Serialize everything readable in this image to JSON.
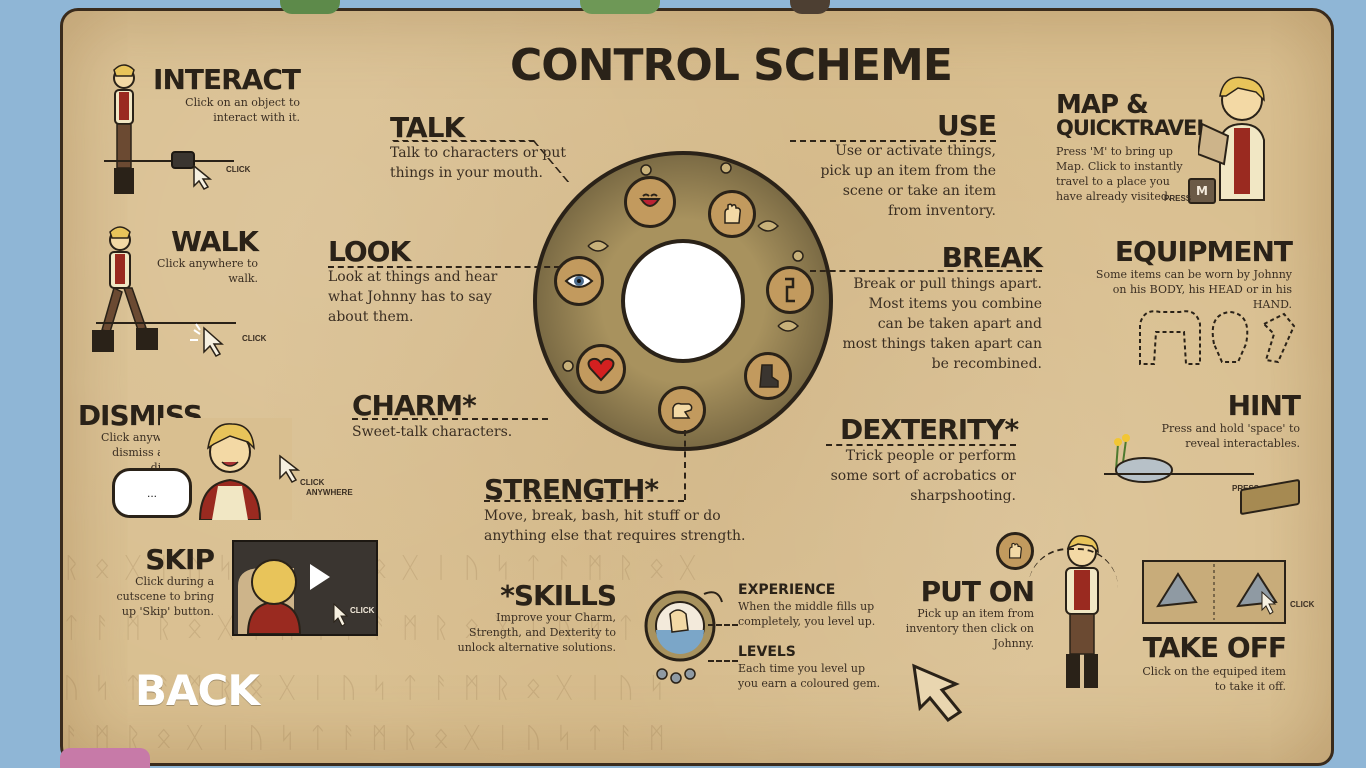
{
  "title": "CONTROL SCHEME",
  "back": "BACK",
  "interact": {
    "heading": "INTERACT",
    "desc": "Click on an object to interact with it.",
    "cue": "CLICK"
  },
  "walk": {
    "heading": "WALK",
    "desc": "Click anywhere to walk.",
    "cue": "CLICK"
  },
  "dismiss": {
    "heading": "DISMISS",
    "desc": "Click anywhere to dismiss a line of dialogue.",
    "bubble": "...",
    "cue_line1": "CLICK",
    "cue_line2": "ANYWHERE"
  },
  "skip": {
    "heading": "SKIP",
    "desc": "Click during a cutscene to bring up 'Skip' button.",
    "cue": "CLICK"
  },
  "talk": {
    "heading": "TALK",
    "desc": "Talk to characters or put things in your mouth."
  },
  "look": {
    "heading": "LOOK",
    "desc": "Look at things and hear what Johnny has to say about them."
  },
  "charm": {
    "heading": "CHARM*",
    "desc": "Sweet-talk characters."
  },
  "strength": {
    "heading": "STRENGTH*",
    "desc": "Move, break, bash, hit stuff or do anything else that requires strength."
  },
  "use": {
    "heading": "USE",
    "desc": "Use or activate things, pick up an item from the scene or take an item from inventory."
  },
  "break": {
    "heading": "BREAK",
    "desc": "Break or pull things apart. Most items you combine can be taken apart and most things taken apart can be recombined."
  },
  "dexterity": {
    "heading": "DEXTERITY*",
    "desc": "Trick people or perform some sort of acrobatics or sharpshooting."
  },
  "skills": {
    "heading": "*SKILLS",
    "desc": "Improve your Charm, Strength, and Dexterity to unlock alternative solutions.",
    "experience_heading": "EXPERIENCE",
    "experience_desc": "When the middle fills up completely, you level up.",
    "levels_heading": "LEVELS",
    "levels_desc": "Each time you level up you earn a coloured gem."
  },
  "map": {
    "heading1": "MAP &",
    "heading2": "QUICKTRAVEL",
    "desc": "Press 'M' to bring up Map. Click to instantly travel to a place you have already visited.",
    "key": "M",
    "cue": "PRESS"
  },
  "equipment": {
    "heading": "EQUIPMENT",
    "desc": "Some items can be worn by Johnny on his BODY, his HEAD or in his HAND."
  },
  "hint": {
    "heading": "HINT",
    "desc": "Press and hold 'space' to reveal interactables.",
    "cue": "PRESS"
  },
  "put_on": {
    "heading": "PUT ON",
    "desc": "Pick up an item from inventory then click on Johnny."
  },
  "take_off": {
    "heading": "TAKE OFF",
    "desc": "Click on the equiped item to take it off.",
    "cue": "CLICK"
  },
  "colors": {
    "parchment": "#d9bf90",
    "ink": "#2a2218",
    "ring": "#8c7a4e",
    "heart": "#d42020",
    "button_text": "#ffffff"
  },
  "icons": [
    "mouth-icon",
    "hand-icon",
    "eye-icon",
    "break-icon",
    "heart-icon",
    "fist-icon",
    "boot-icon"
  ]
}
